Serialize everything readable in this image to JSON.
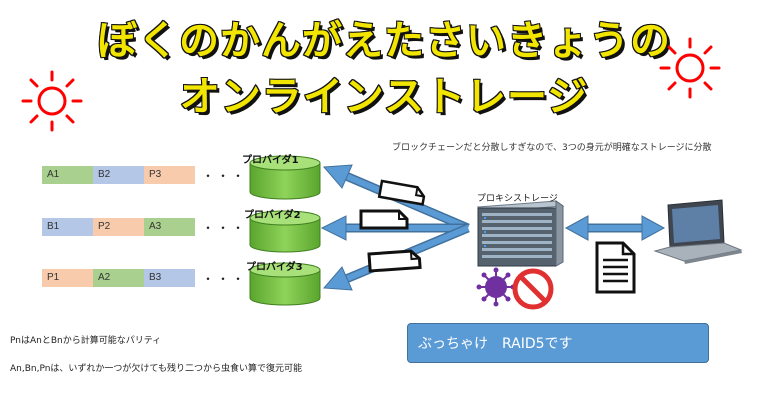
{
  "title": {
    "line1": "ぼくのかんがえたさいきょうの",
    "line2": "オンラインストレージ"
  },
  "rows": [
    {
      "cells": [
        {
          "label": "A1",
          "color": "green"
        },
        {
          "label": "B2",
          "color": "blue"
        },
        {
          "label": "P3",
          "color": "orange"
        }
      ],
      "dots": "・・・・"
    },
    {
      "cells": [
        {
          "label": "B1",
          "color": "blue"
        },
        {
          "label": "P2",
          "color": "orange"
        },
        {
          "label": "A3",
          "color": "green"
        }
      ],
      "dots": "・・・・"
    },
    {
      "cells": [
        {
          "label": "P1",
          "color": "orange"
        },
        {
          "label": "A2",
          "color": "green"
        },
        {
          "label": "B3",
          "color": "blue"
        }
      ],
      "dots": "・・・・"
    }
  ],
  "providers": [
    "プロバイダ1",
    "プロバイダ2",
    "プロバイダ3"
  ],
  "proxy_label": "プロキシストレージ",
  "top_note": "ブロックチェーンだと分散しすぎなので、3つの身元が明確なストレージに分散",
  "explanations": [
    "PnはAnとBnから計算可能なパリティ",
    "An,Bn,Pnは、いずれか一つが欠けても残り二つから虫食い算で復元可能"
  ],
  "raid_box": "ぶっちゃけ　RAID5です",
  "colors": {
    "title_fill": "#f2e600",
    "cylinder": "#7cc242",
    "arrow": "#5b9bd5",
    "sun": "#ff0000",
    "virus": "#7030a0",
    "box": "#5b9bd5"
  },
  "icons": [
    "sun-icon",
    "cylinder-icon",
    "document-icon",
    "server-icon",
    "laptop-icon",
    "virus-icon",
    "prohibited-icon"
  ]
}
